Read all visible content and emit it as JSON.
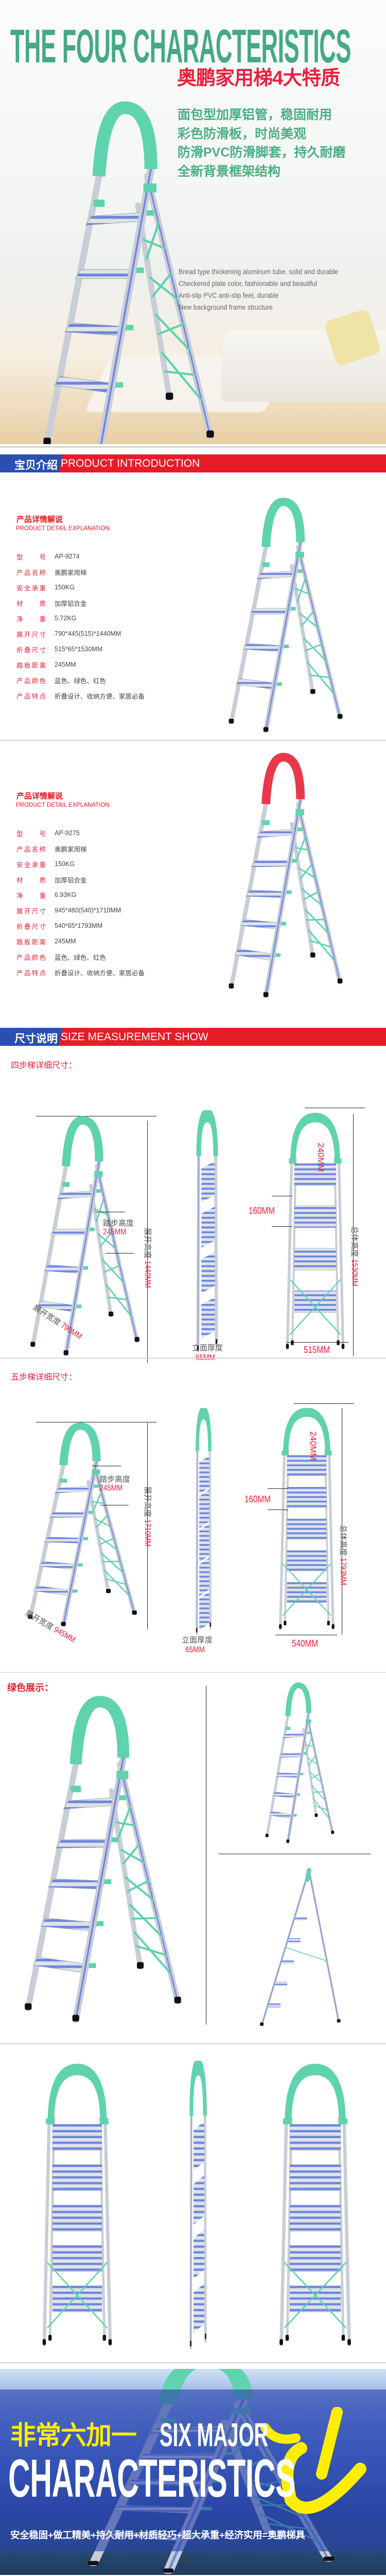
{
  "colors": {
    "accent_green": "#5fd3ae",
    "handle_red": "#e8394a",
    "banner_red": "#e81c28",
    "banner_blue": "#2a4fb0",
    "title_green": "#45a985",
    "step_blue": "#6f86e0"
  },
  "hero": {
    "title": "THE FOUR CHARACTERISTICS",
    "subtitle_cn": "奥鹏家用梯4大特质",
    "features_cn": [
      "面包型加厚铝管，稳固耐用",
      "彩色防滑板，时尚美观",
      "防滑PVC防滑脚套，持久耐磨",
      "全新背景框架结构"
    ],
    "features_en": [
      "Bread type thickening aluminum tube, solid and durable",
      "Checkered plate color, fashionable and beautiful",
      "Anti-slip PVC anti-slip feet, durable",
      "New background frame structure"
    ]
  },
  "intro_banner": {
    "cn": "宝贝介绍",
    "en": "PRODUCT INTRODUCTION"
  },
  "products": [
    {
      "title_cn": "产品详情解说",
      "title_en": "PRODUCT DETAIL EXPLANATION",
      "specs": [
        {
          "label": "型号",
          "value": "AP-9274"
        },
        {
          "label": "产品名称",
          "value": "奥鹏家用梯"
        },
        {
          "label": "安全承重",
          "value": "150KG"
        },
        {
          "label": "材质",
          "value": "加厚铝合金"
        },
        {
          "label": "净重",
          "value": "5.72KG"
        },
        {
          "label": "展开尺寸",
          "value": "790*445(515)*1440MM"
        },
        {
          "label": "折叠尺寸",
          "value": "515*65*1530MM"
        },
        {
          "label": "踏板距离",
          "value": "245MM"
        },
        {
          "label": "产品颜色",
          "value": "蓝色、绿色、红色"
        },
        {
          "label": "产品特点",
          "value": "折叠设计、收纳方便、家居必备"
        }
      ]
    },
    {
      "title_cn": "产品详情解说",
      "title_en": "PRODUCT DETAIL EXPLANATION",
      "specs": [
        {
          "label": "型号",
          "value": "AP-9275"
        },
        {
          "label": "产品名称",
          "value": "奥鹏家用梯"
        },
        {
          "label": "安全承重",
          "value": "150KG"
        },
        {
          "label": "材质",
          "value": "加厚铝合金"
        },
        {
          "label": "净重",
          "value": "6.93KG"
        },
        {
          "label": "展开尺寸",
          "value": "945*480(540)*1710MM"
        },
        {
          "label": "折叠尺寸",
          "value": "540*65*1793MM"
        },
        {
          "label": "踏板距离",
          "value": "245MM"
        },
        {
          "label": "产品颜色",
          "value": "蓝色、绿色、红色"
        },
        {
          "label": "产品特点",
          "value": "折叠设计、收纳方便、家居必备"
        }
      ]
    }
  ],
  "size_banner": {
    "cn": "尺寸说明",
    "en": "SIZE MEASUREMENT SHOW"
  },
  "four_step": {
    "heading": "四步梯详细尺寸：",
    "step_label": "踏步高度",
    "step_value": "245MM",
    "open_height_label": "展开高度",
    "open_height_value": "1440MM",
    "open_width_label": "展开宽度",
    "open_width_value": "790MM",
    "thickness_label": "立面厚度",
    "thickness_value": "65MM",
    "top_width": "240MM",
    "top_gap": "160MM",
    "total_height_label": "总体高度",
    "total_height_value": "1530MM",
    "fold_width": "515MM"
  },
  "five_step": {
    "heading": "五步梯详细尺寸：",
    "step_label": "踏步高度",
    "step_value": "245MM",
    "open_height_label": "展开高度",
    "open_height_value": "1710MM",
    "open_width_label": "展开宽度",
    "open_width_value": "945MM",
    "thickness_label": "立面厚度",
    "thickness_value": "65MM",
    "top_width": "240MM",
    "top_gap": "160MM",
    "total_height_label": "总体高度",
    "total_height_value": "1793MM",
    "fold_width": "540MM"
  },
  "green_display": {
    "heading": "绿色展示："
  },
  "six": {
    "cn": "非常六加一",
    "en1": "SIX MAJOR",
    "en2": "CHARACTERISTICS",
    "slogan": "安全稳固+做工精美+持久耐用+材质轻巧+超大承重+经济实用=奥鹏梯具"
  }
}
